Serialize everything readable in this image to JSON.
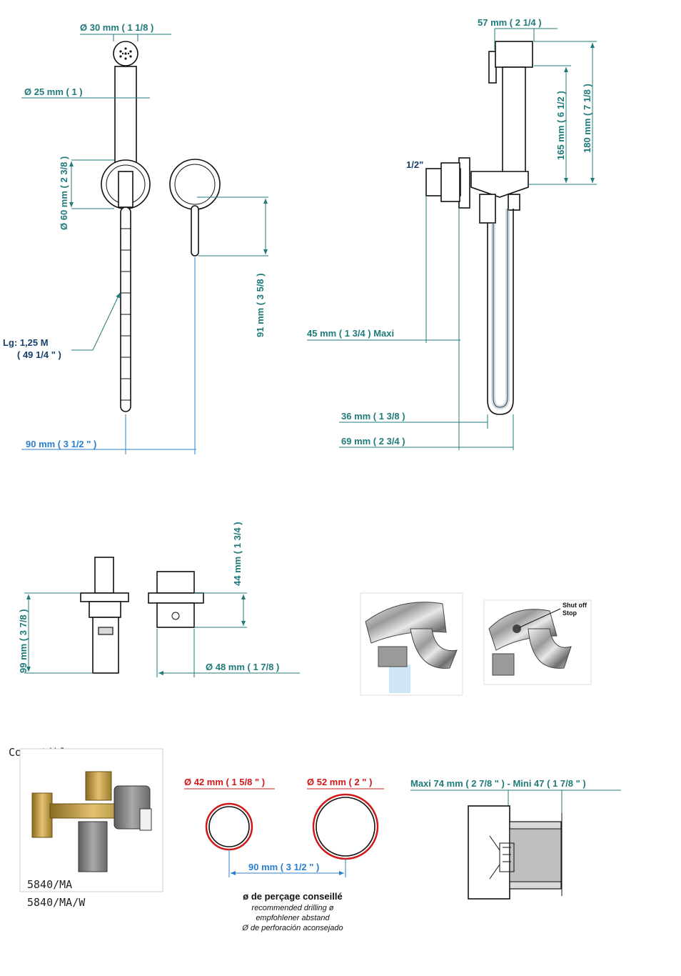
{
  "dims": {
    "d30": "Ø  30 mm ( 1 1/8 )",
    "d25": "Ø  25 mm ( 1 )",
    "d60": "Ø  60 mm ( 2 3/8 )",
    "lg_line1": "Lg: 1,25 M",
    "lg_line2": "( 49 1/4 \" )",
    "d91": "91 mm ( 3 5/8 )",
    "d90a": "90 mm ( 3 1/2 \" )",
    "d57": "57 mm ( 2 1/4 )",
    "d165": "165 mm ( 6 1/2 )",
    "d180": "180 mm ( 7 1/8 )",
    "half_inch": "1/2\"",
    "d45": "45 mm ( 1 3/4 ) Maxi",
    "d36": "36 mm ( 1 3/8 )",
    "d69": "69 mm ( 2 3/4 )",
    "d44": "44 mm ( 1 3/4 )",
    "d99": "99 mm ( 3 7/8 )",
    "d48": "Ø  48 mm ( 1 7/8 )",
    "d42": "Ø  42 mm ( 1 5/8 \" )",
    "d52": "Ø  52 mm ( 2 \" )",
    "d90b": "90 mm ( 3 1/2 \" )",
    "maxi_mini": "Maxi  74 mm ( 2 7/8 \" )  - Mini 47 ( 1 7/8 \" )"
  },
  "photo": {
    "shutoff_line1": "Shut off",
    "shutoff_line2": "Stop"
  },
  "compatible": {
    "title": "Compatible avec",
    "ref1": "5840/MA",
    "ref2": "5840/MA/W"
  },
  "drilling": {
    "title": "ø de perçage conseillé",
    "line_en": "recommended drilling ø",
    "line_de": "empfohlener abstand",
    "line_es": "Ø de perforación aconsejado"
  },
  "colors": {
    "teal": "#1f7a7a",
    "blue": "#2b7fcf",
    "red": "#d01818",
    "navy": "#16406b"
  }
}
